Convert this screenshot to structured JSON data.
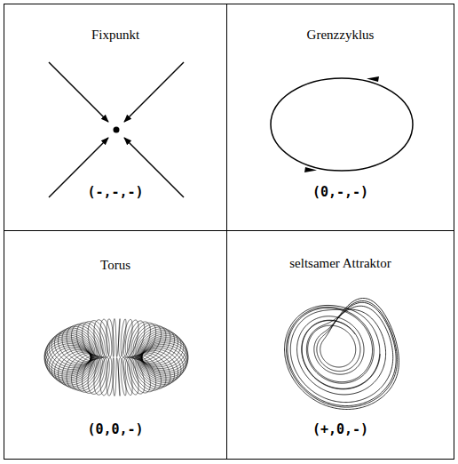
{
  "diagram": {
    "nodes": [
      {
        "text": [
          "Fixpunkt",
          "(-,-,-)"
        ]
      },
      {
        "text": [
          "Grenzzyklus",
          "(0,-,-)"
        ]
      },
      {
        "text": [
          "Torus",
          "(0,0,-)"
        ]
      },
      {
        "text": [
          "seltsamer Attraktor",
          "(+,0,-)"
        ]
      }
    ]
  }
}
